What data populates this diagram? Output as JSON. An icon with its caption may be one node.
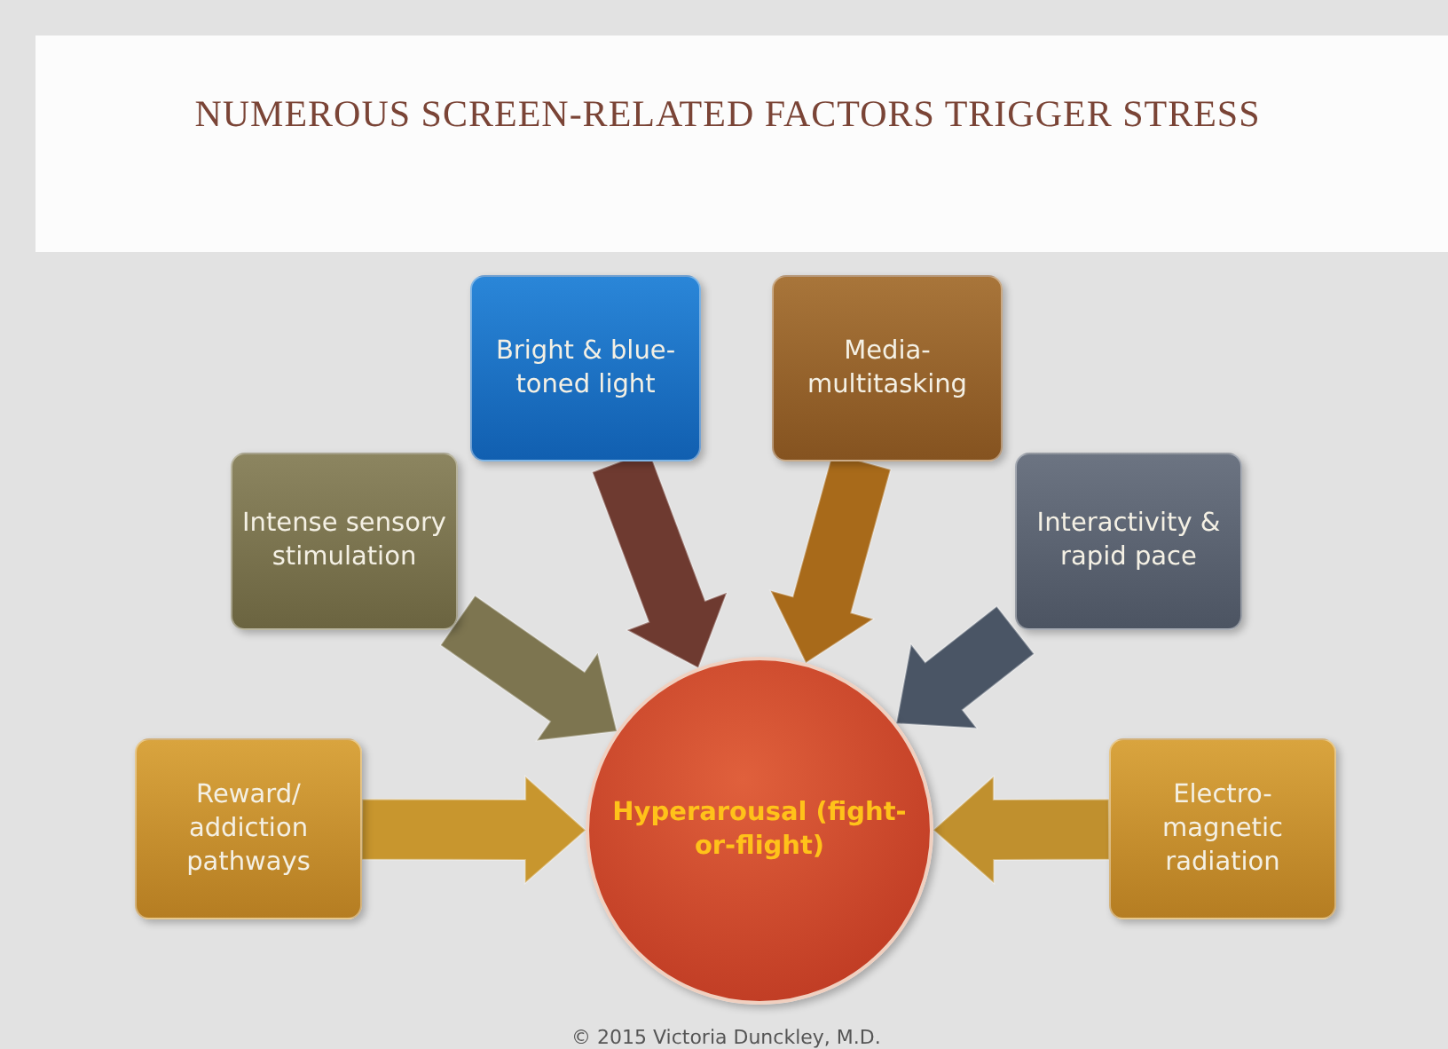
{
  "diagram": {
    "title": "NUMEROUS SCREEN-RELATED FACTORS TRIGGER STRESS",
    "nodes": [
      {
        "text": [
          "Reward/ addiction pathways"
        ]
      },
      {
        "text": [
          "Intense sensory stimulation"
        ]
      },
      {
        "text": [
          "Bright & blue-toned light"
        ]
      },
      {
        "text": [
          "Media-multitasking"
        ]
      },
      {
        "text": [
          "Interactivity & rapid pace"
        ]
      },
      {
        "text": [
          "Electro-magnetic radiation"
        ]
      },
      {
        "text": [
          "Hyperarousal (fight-or-flight)"
        ]
      }
    ],
    "edges": [
      {
        "from": 0,
        "to": 6,
        "arrow": "to",
        "color": "#c8962e"
      },
      {
        "from": 1,
        "to": 6,
        "arrow": "to",
        "color": "#7d7550"
      },
      {
        "from": 2,
        "to": 6,
        "arrow": "to",
        "color": "#6e3a30"
      },
      {
        "from": 3,
        "to": 6,
        "arrow": "to",
        "color": "#a86a1a"
      },
      {
        "from": 4,
        "to": 6,
        "arrow": "to",
        "color": "#4a5565"
      },
      {
        "from": 5,
        "to": 6,
        "arrow": "to",
        "color": "#c0902e"
      }
    ],
    "labels": [
      "© 2015 Victoria Dunckley, M.D."
    ]
  }
}
